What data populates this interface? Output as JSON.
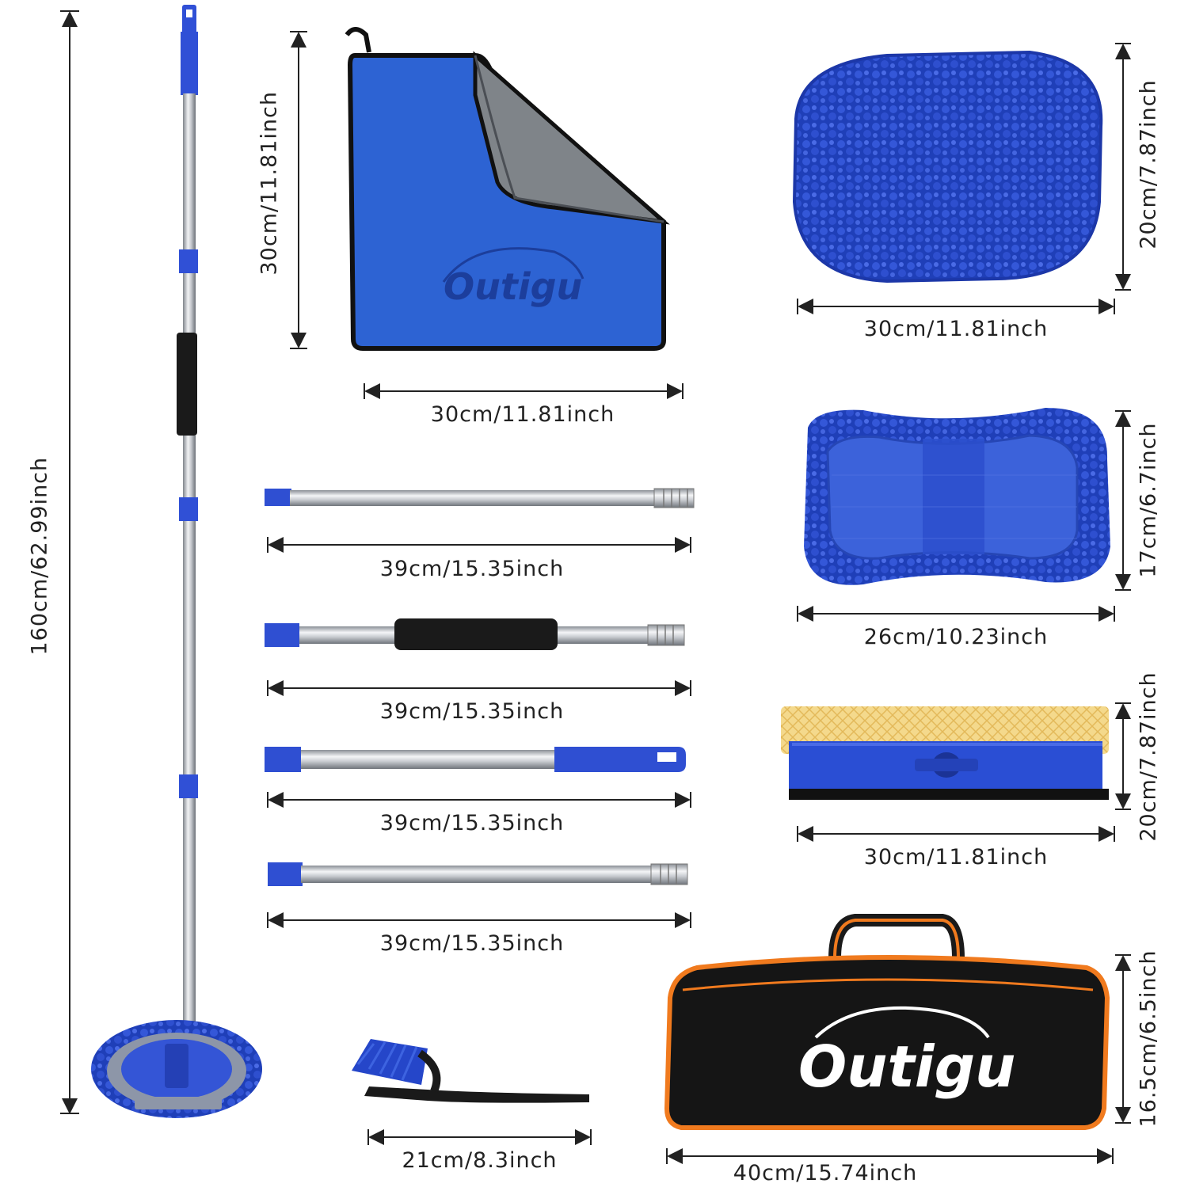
{
  "brand": {
    "name": "Outigu",
    "accent": "#2c4fd6",
    "bag_trim": "#f07a1e"
  },
  "labels": {
    "pole_length": "160cm/62.99inch",
    "towel_height": "30cm/11.81inch",
    "towel_width": "30cm/11.81inch",
    "mitt_height": "20cm/7.87inch",
    "mitt_width": "30cm/11.81inch",
    "sponge_height": "17cm/6.7inch",
    "sponge_width": "26cm/10.23inch",
    "squeegee_height": "20cm/7.87inch",
    "squeegee_width": "30cm/11.81inch",
    "rod1_length": "39cm/15.35inch",
    "rod2_length": "39cm/15.35inch",
    "rod3_length": "39cm/15.35inch",
    "rod4_length": "39cm/15.35inch",
    "brush_length": "21cm/8.3inch",
    "bag_height": "16.5cm/6.5inch",
    "bag_width": "40cm/15.74inch"
  },
  "icons": [
    "telescopic-pole-icon",
    "microfiber-towel-icon",
    "chenille-mitt-icon",
    "sponge-icon",
    "squeegee-icon",
    "extension-rod-icon",
    "tire-brush-icon",
    "storage-bag-icon"
  ]
}
